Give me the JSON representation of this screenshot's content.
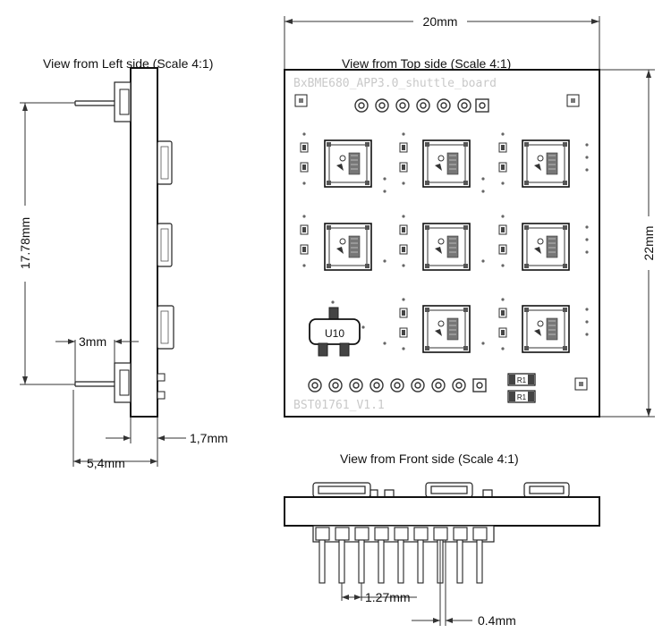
{
  "views": {
    "left": {
      "title": "View from Left side (Scale 4:1)"
    },
    "top": {
      "title": "View from Top side (Scale 4:1)"
    },
    "front": {
      "title": "View from Front side (Scale 4:1)"
    }
  },
  "dimensions": {
    "width_top": "20mm",
    "height_right": "22mm",
    "pin_span": "17.78mm",
    "pin_length": "3mm",
    "thickness": "1,7mm",
    "total_depth": "5,4mm",
    "pitch": "1.27mm",
    "pin_width": "0.4mm"
  },
  "board": {
    "silk_top": "BxBME680_APP3.0_shuttle_board",
    "silk_bottom": "BST01761_V1.1",
    "component_u10": "U10",
    "resistor_top": "R1",
    "resistor_bottom": "R1"
  },
  "colors": {
    "outline": "#111111",
    "silkscreen": "#c9c9c9"
  }
}
